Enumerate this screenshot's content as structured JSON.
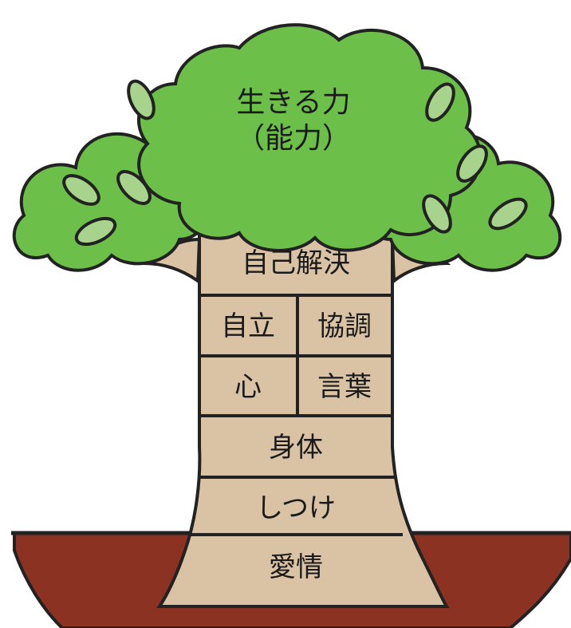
{
  "canopy": {
    "line1": "生きる力",
    "line2": "（能力）"
  },
  "trunk": {
    "top_block": "自己解決",
    "row2_left": "自立",
    "row2_right": "協調",
    "row3_left": "心",
    "row3_right": "言葉",
    "row4": "身体",
    "row5": "しつけ",
    "root_block": "愛情"
  },
  "colors": {
    "leaf_green": "#6cc04a",
    "leaf_light": "#a8d38c",
    "trunk": "#d9c3a4",
    "soil": "#8b3222",
    "outline": "#222222"
  }
}
